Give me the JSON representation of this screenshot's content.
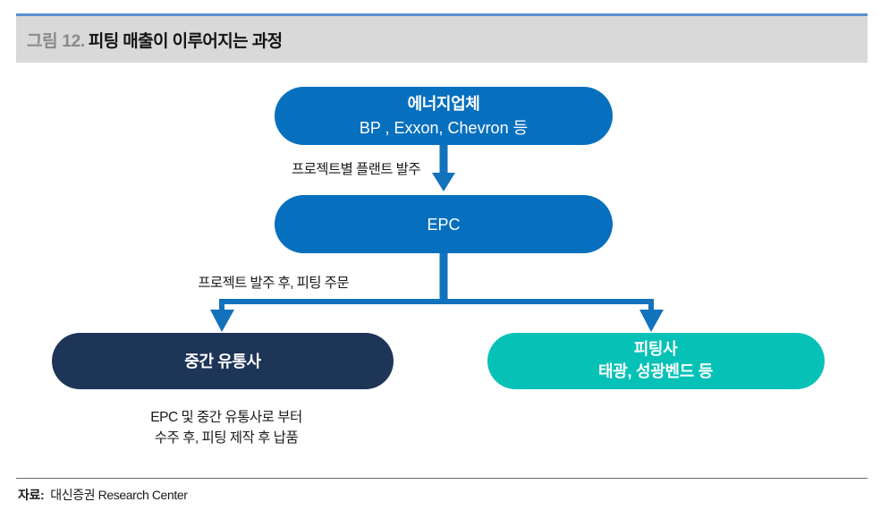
{
  "header": {
    "figure_number": "그림 12.",
    "title": "피팅 매출이 이루어지는 과정",
    "band_color": "#d9d9d9",
    "rule_color": "#5b8fd0"
  },
  "diagram": {
    "type": "flowchart",
    "nodes": [
      {
        "id": "energy",
        "line1": "에너지업체",
        "line2": "BP , Exxon, Chevron 등",
        "color": "#0770be",
        "text_color": "#ffffff"
      },
      {
        "id": "epc",
        "line1": "EPC",
        "color": "#0770be",
        "text_color": "#ffffff"
      },
      {
        "id": "distributor",
        "line1": "중간 유통사",
        "color": "#1d3557",
        "text_color": "#ffffff"
      },
      {
        "id": "fitting",
        "line1": "피팅사",
        "line2": "태광, 성광벤드 등",
        "color": "#06c1b6",
        "text_color": "#ffffff"
      }
    ],
    "edges": [
      {
        "from": "energy",
        "to": "epc",
        "label": "프로젝트별 플랜트 발주"
      },
      {
        "from": "epc",
        "to": "distributor",
        "label": "프로젝트 발주 후, 피팅 주문"
      },
      {
        "from": "epc",
        "to": "fitting",
        "label": ""
      }
    ],
    "notes": [
      {
        "for": "distributor",
        "line1": "EPC 및 중간 유통사로 부터",
        "line2": "수주 후, 피팅 제작 후 납품"
      }
    ],
    "connector_color": "#1272bc"
  },
  "footer": {
    "source_key": "자료:",
    "source_value": "대신증권 Research Center"
  }
}
